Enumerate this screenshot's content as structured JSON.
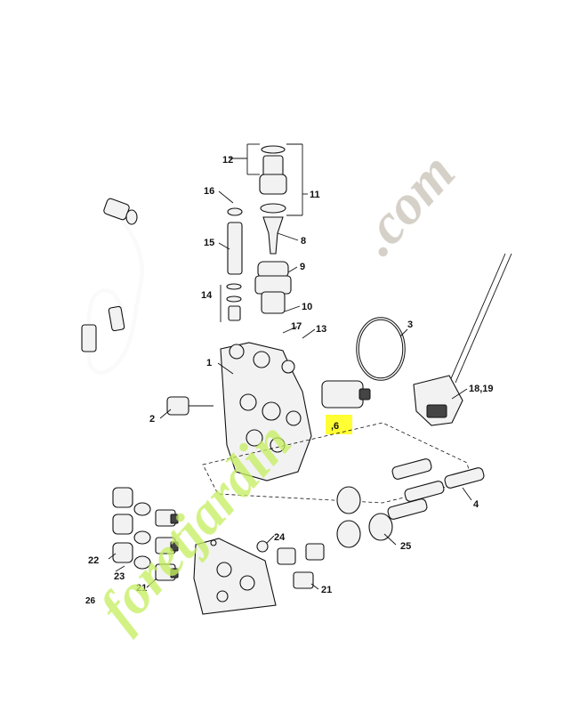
{
  "callouts": {
    "c1": "1",
    "c2": "2",
    "c3": "3",
    "c4": "4",
    "c6": ",6",
    "c8": "8",
    "c9": "9",
    "c10": "10",
    "c11": "11",
    "c12": "12",
    "c13": "13",
    "c14": "14",
    "c15": "15",
    "c16": "16",
    "c17": "17",
    "c1819": "18,19",
    "c21a": "21",
    "c21b": "21",
    "c22": "22",
    "c23a": "23",
    "c24": "24",
    "c25": "25",
    "c26": "26"
  },
  "watermark": {
    "text": "foretjardin.com",
    "color_green": "#c6ef62",
    "color_orange": "#f0b37a",
    "color_grey": "#c9c3b8"
  },
  "colors": {
    "highlight": "#ffff33",
    "ink": "#111111"
  }
}
